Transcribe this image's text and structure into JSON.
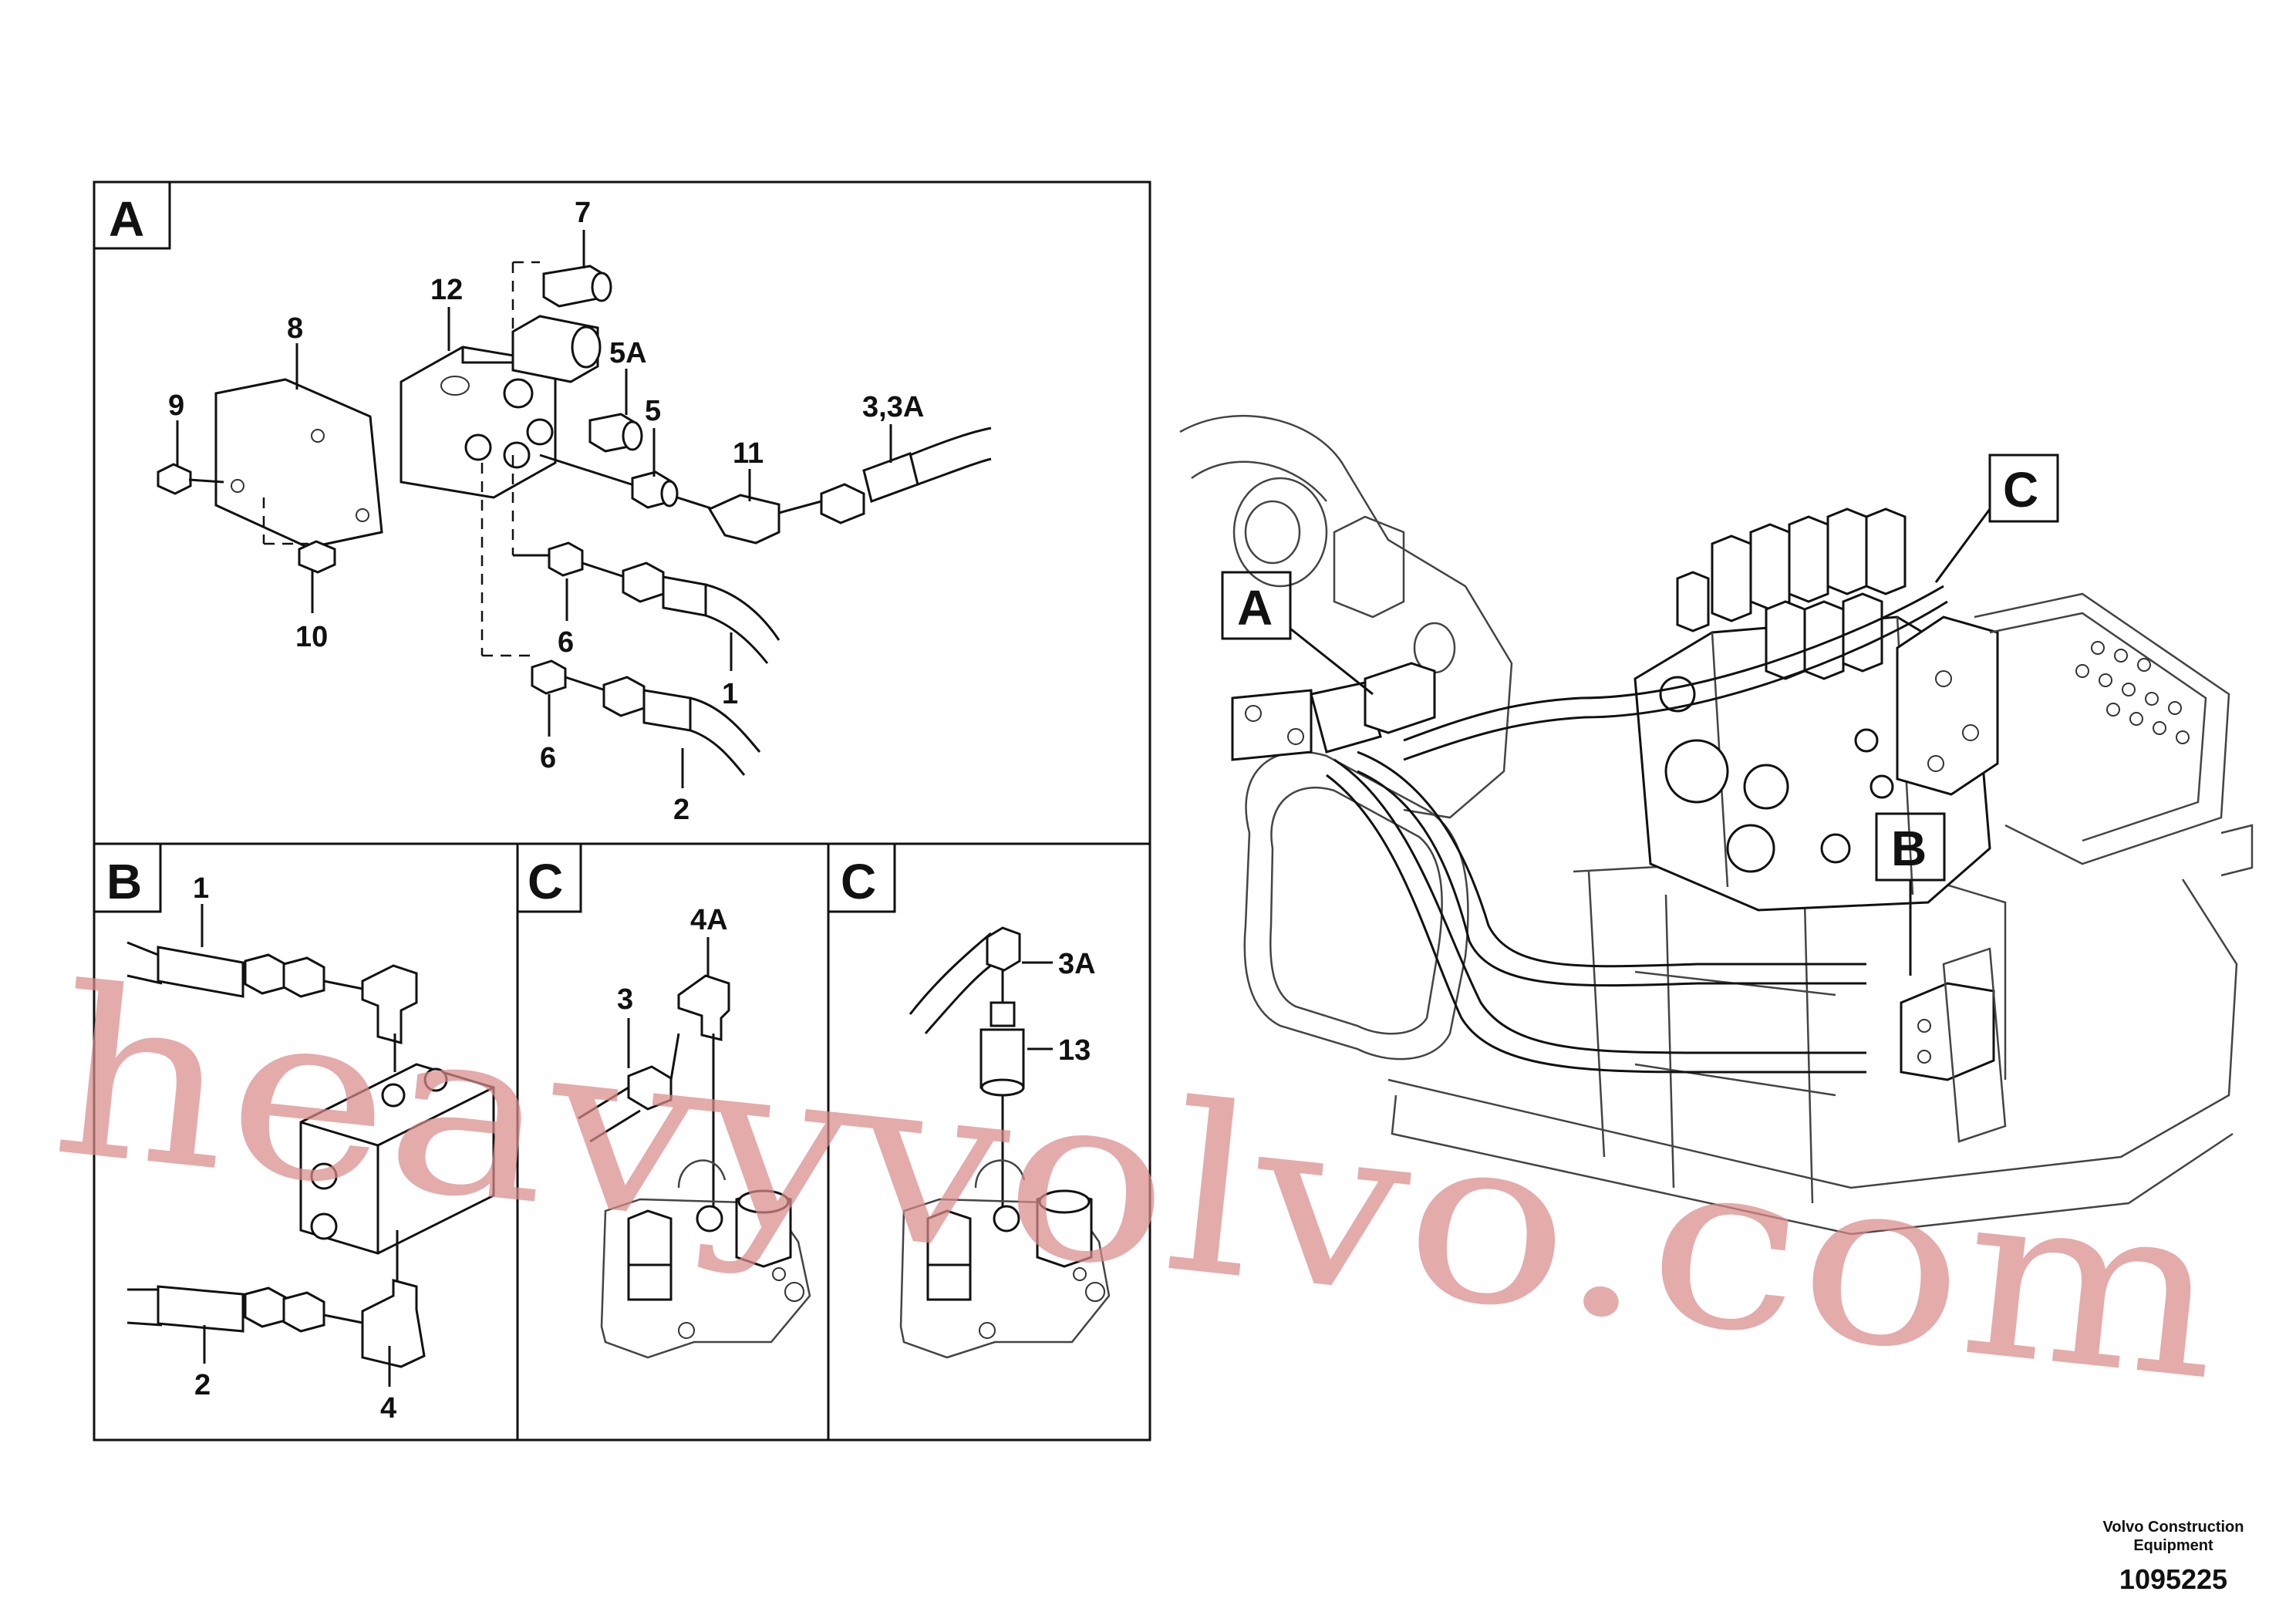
{
  "panels": {
    "A": {
      "title": "A",
      "labels": [
        "7",
        "12",
        "8",
        "5A",
        "9",
        "5",
        "3,3A",
        "11",
        "10",
        "6",
        "1",
        "6",
        "2"
      ]
    },
    "B": {
      "title": "B",
      "labels": [
        "1",
        "2",
        "4"
      ]
    },
    "C1": {
      "title": "C",
      "labels": [
        "4A",
        "3"
      ]
    },
    "C2": {
      "title": "C",
      "labels": [
        "3A",
        "13"
      ]
    }
  },
  "callouts": {
    "A": "A",
    "B": "B",
    "C": "C"
  },
  "watermark": "heavyvolvo.com",
  "footer": {
    "company_line1": "Volvo Construction",
    "company_line2": "Equipment",
    "drawing_number": "1095225"
  }
}
